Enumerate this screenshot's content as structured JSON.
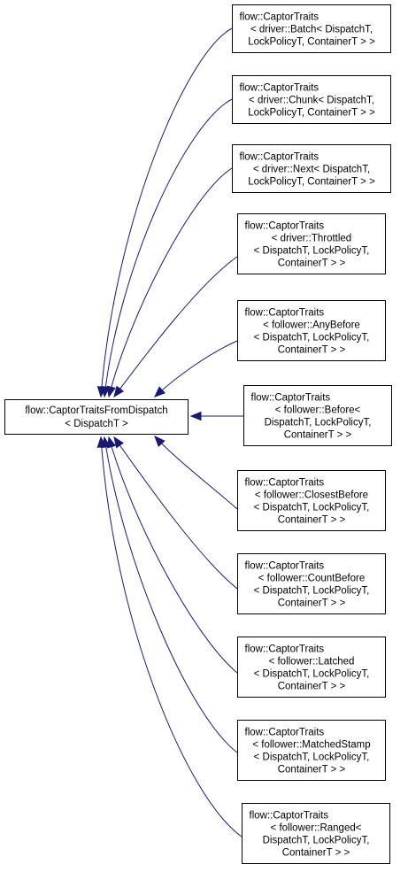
{
  "colors": {
    "edge": "#191970",
    "box_stroke": "#000000",
    "background": "#ffffff"
  },
  "base_class": {
    "lines": [
      "flow::CaptorTraitsFromDispatch",
      "< DispatchT >"
    ]
  },
  "derived_classes": [
    {
      "lines": [
        "flow::CaptorTraits",
        "< driver::Batch< DispatchT,",
        "LockPolicyT, ContainerT > >"
      ]
    },
    {
      "lines": [
        "flow::CaptorTraits",
        "< driver::Chunk< DispatchT,",
        "LockPolicyT, ContainerT > >"
      ]
    },
    {
      "lines": [
        "flow::CaptorTraits",
        "< driver::Next< DispatchT,",
        "LockPolicyT, ContainerT > >"
      ]
    },
    {
      "lines": [
        "flow::CaptorTraits",
        "< driver::Throttled",
        "< DispatchT, LockPolicyT,",
        "ContainerT > >"
      ]
    },
    {
      "lines": [
        "flow::CaptorTraits",
        "< follower::AnyBefore",
        "< DispatchT, LockPolicyT,",
        "ContainerT > >"
      ]
    },
    {
      "lines": [
        "flow::CaptorTraits",
        "< follower::Before<",
        "DispatchT, LockPolicyT,",
        "ContainerT > >"
      ]
    },
    {
      "lines": [
        "flow::CaptorTraits",
        "< follower::ClosestBefore",
        "< DispatchT, LockPolicyT,",
        "ContainerT > >"
      ]
    },
    {
      "lines": [
        "flow::CaptorTraits",
        "< follower::CountBefore",
        "< DispatchT, LockPolicyT,",
        "ContainerT > >"
      ]
    },
    {
      "lines": [
        "flow::CaptorTraits",
        "< follower::Latched",
        "< DispatchT, LockPolicyT,",
        "ContainerT > >"
      ]
    },
    {
      "lines": [
        "flow::CaptorTraits",
        "< follower::MatchedStamp",
        "< DispatchT, LockPolicyT,",
        "ContainerT > >"
      ]
    },
    {
      "lines": [
        "flow::CaptorTraits",
        "< follower::Ranged<",
        "DispatchT, LockPolicyT,",
        "ContainerT > >"
      ]
    }
  ]
}
